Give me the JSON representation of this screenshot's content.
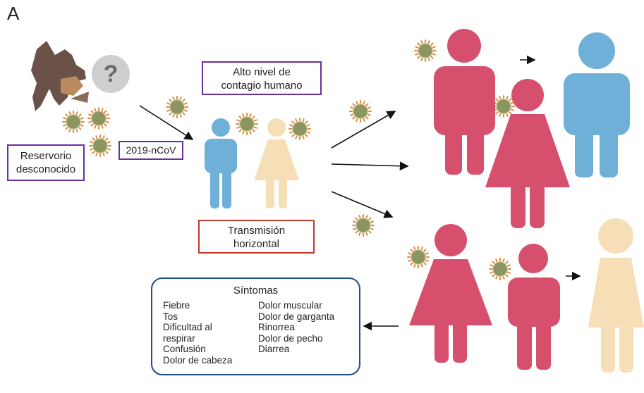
{
  "panel_label": "A",
  "reservoir_label_lines": [
    "Reservorio",
    "desconocido"
  ],
  "question_mark": "?",
  "virus_label": "2019-nCoV",
  "contagion_label_lines": [
    "Alto nivel de",
    "contagio humano"
  ],
  "transmission_label_lines": [
    "Transmisión",
    "horizontal"
  ],
  "symptoms": {
    "title": "Síntomas",
    "left_column": [
      "Fiebre",
      "Tos",
      "Dificultad al",
      "respirar",
      "Confusión",
      "Dolor de cabeza"
    ],
    "right_column": [
      "Dolor muscular",
      "Dolor de garganta",
      "Rinorrea",
      "Dolor de pecho",
      "Diarrea"
    ]
  },
  "colors": {
    "male_blue": "#6fb0d8",
    "female_beige": "#f6dfb6",
    "infected_pink": "#d6506d",
    "virus_body": "#8c9560",
    "virus_spike": "#e08a3c",
    "purple_border": "#6a2fa0",
    "red_border": "#c0392b",
    "symptom_border": "#1f4e8c",
    "bat": "#6b5248"
  },
  "icons": [
    "bat-icon",
    "question-icon",
    "virus-icon",
    "person-male-icon",
    "person-female-icon",
    "arrow-icon"
  ]
}
